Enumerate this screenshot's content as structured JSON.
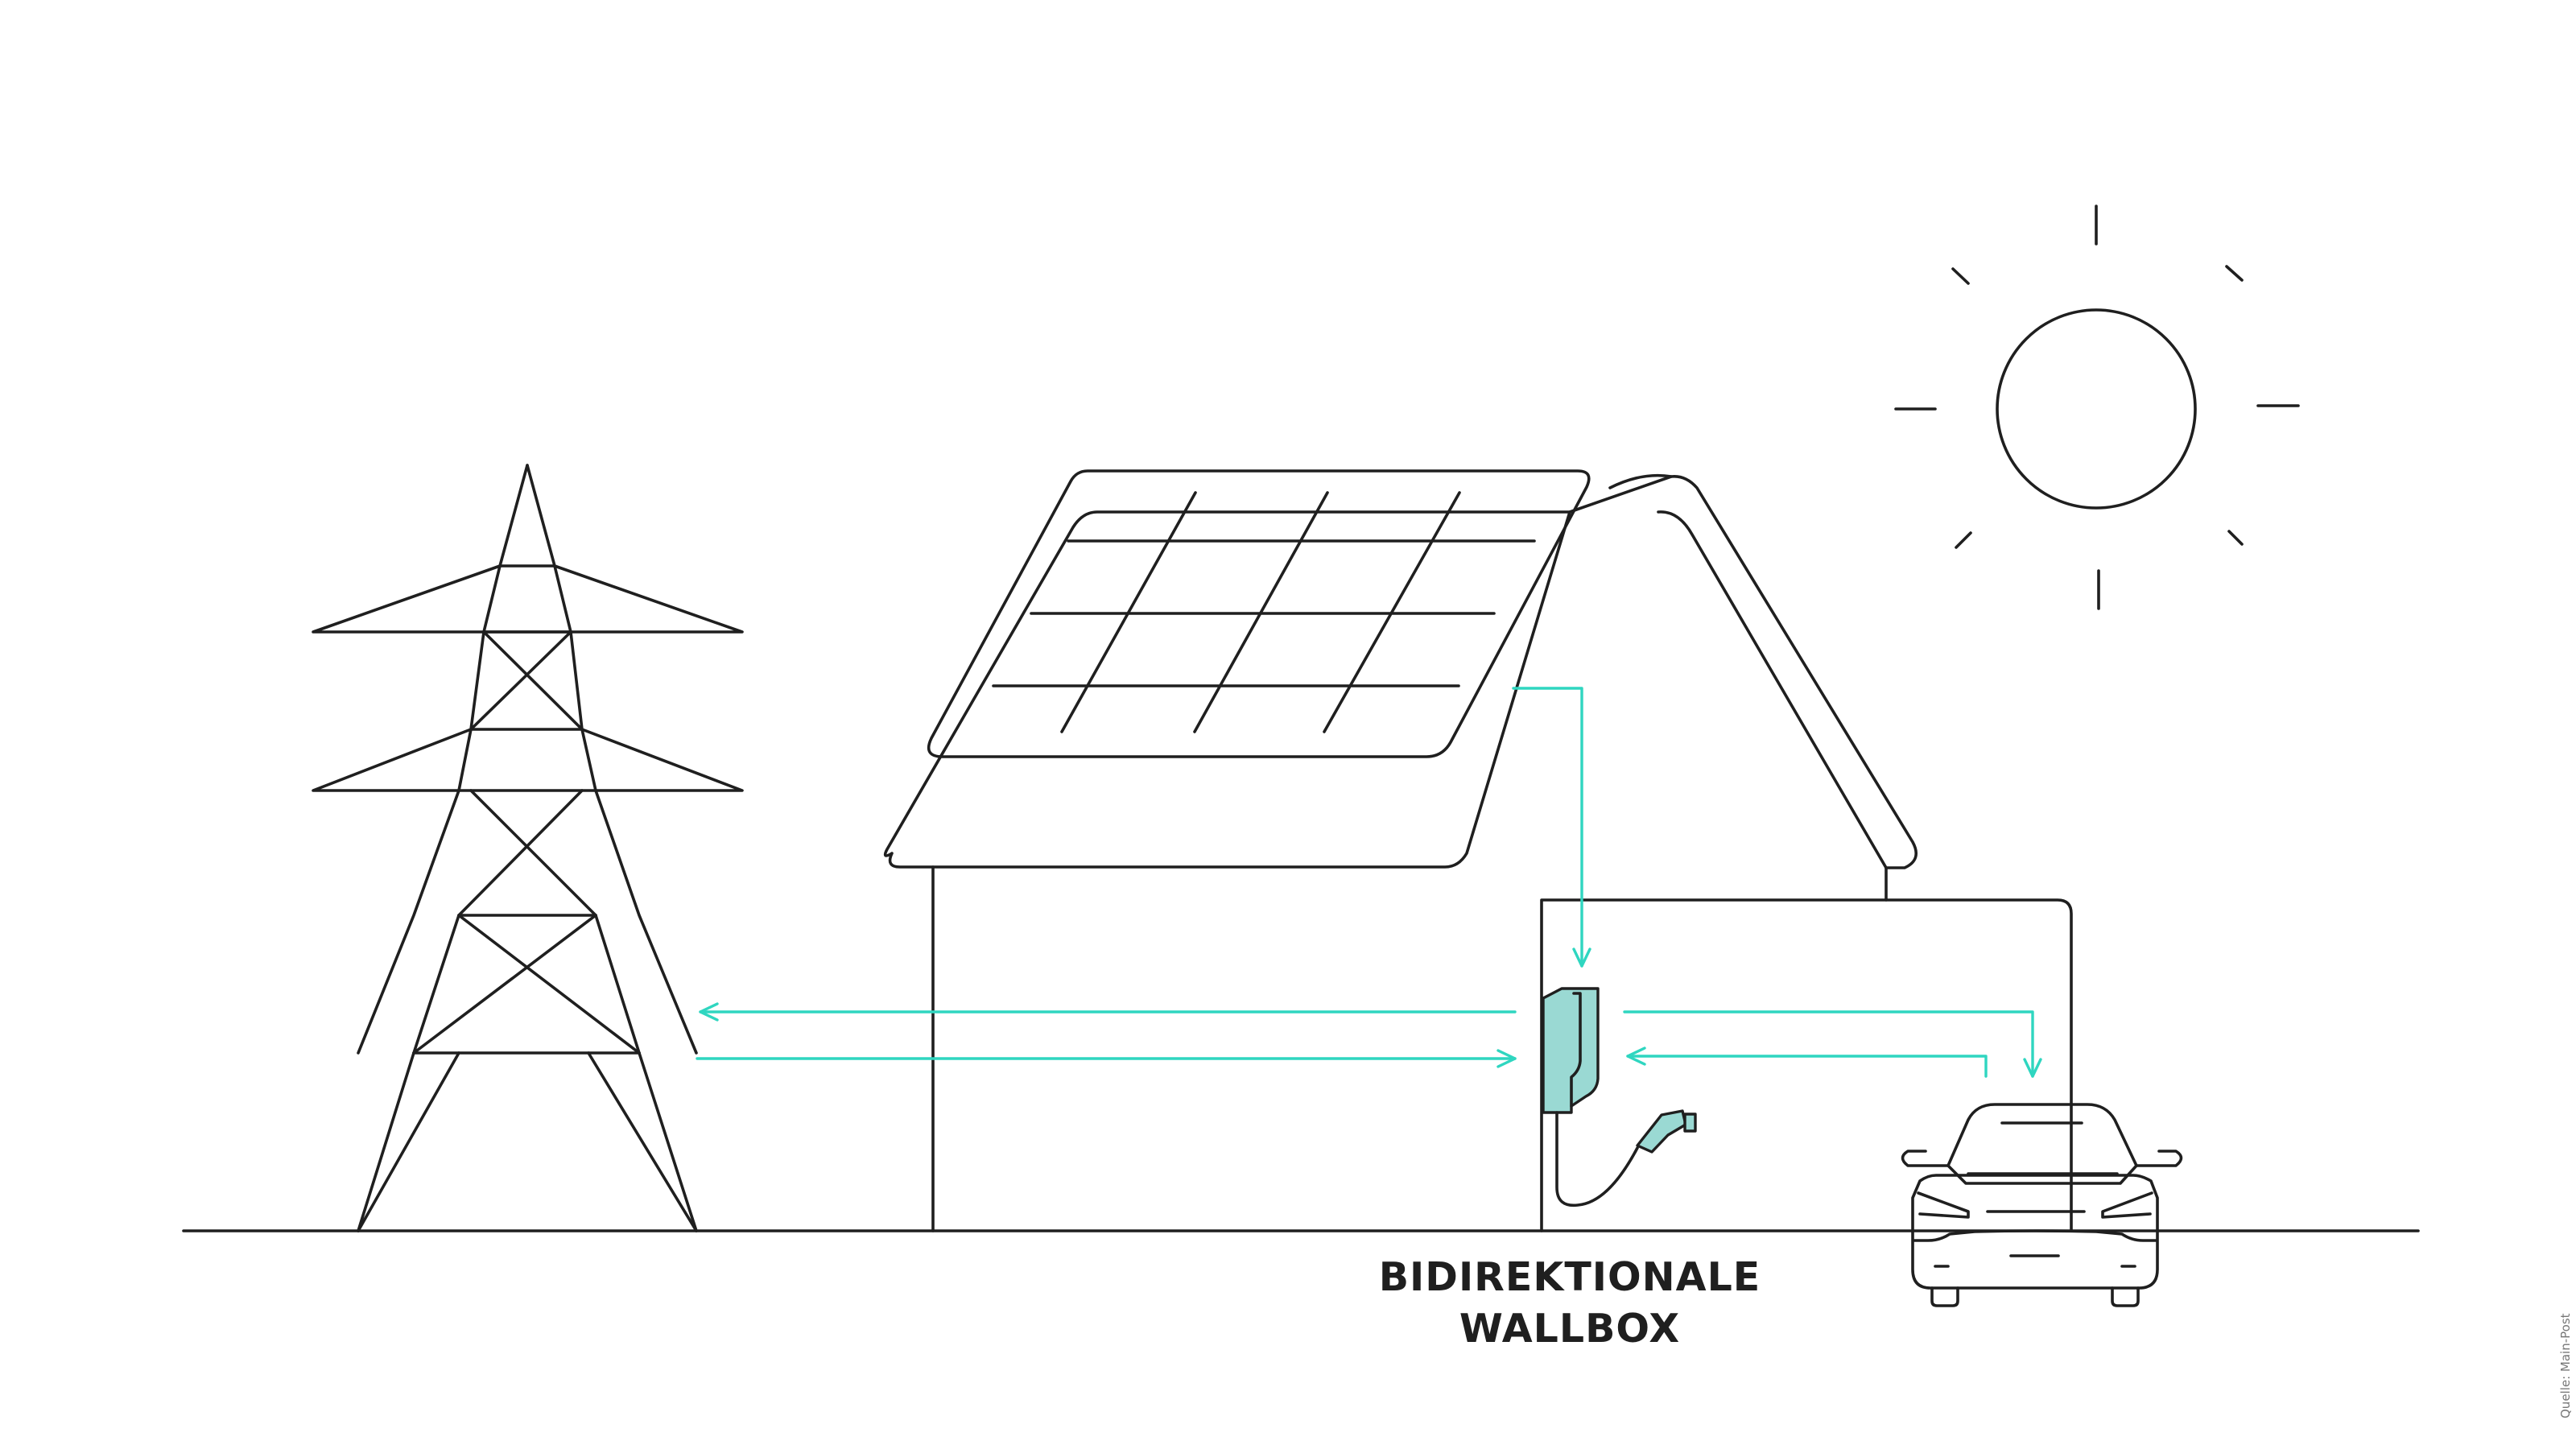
{
  "label": {
    "line1": "BIDIREKTIONALE",
    "line2": "WALLBOX"
  },
  "source": "Quelle: Main-Post",
  "colors": {
    "ink": "#1f1f1f",
    "flow": "#2fd6c0",
    "wallbox_fill": "#9ad9d3",
    "background": "#ffffff"
  },
  "icons": [
    "power-pylon-icon",
    "house-icon",
    "solar-panel-icon",
    "sun-icon",
    "wallbox-icon",
    "charging-plug-icon",
    "electric-car-icon"
  ]
}
